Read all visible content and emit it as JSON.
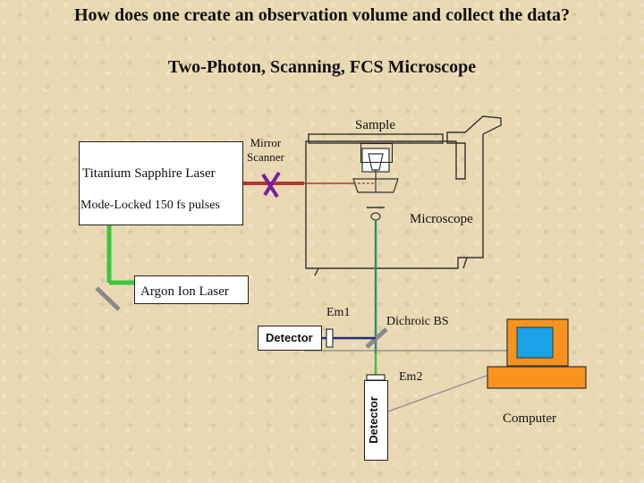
{
  "title": "How does one create an observation volume and collect the data?",
  "subtitle": "Two-Photon, Scanning, FCS Microscope",
  "labels": {
    "sample": "Sample",
    "mirror_scanner": "Mirror\nScanner",
    "ti_sapphire": "Titanium Sapphire Laser",
    "mode_locked": "Mode-Locked 150 fs pulses",
    "microscope": "Microscope",
    "argon": "Argon Ion Laser",
    "em1": "Em1",
    "dichroic": "Dichroic BS",
    "detector1": "Detector",
    "em2": "Em2",
    "detector2": "Detector",
    "computer": "Computer"
  },
  "colors": {
    "background": "#e9d9b2",
    "laser_red": "#b03a2e",
    "argon_green": "#3ec43e",
    "emission_teal": "#2e8b7a",
    "detector_blue": "#1f2a8a",
    "scanner_purple": "#7a1fa0",
    "computer_orange": "#f7931e",
    "screen_blue": "#1aa3e8",
    "mirror_gray": "#8a8a8a"
  }
}
